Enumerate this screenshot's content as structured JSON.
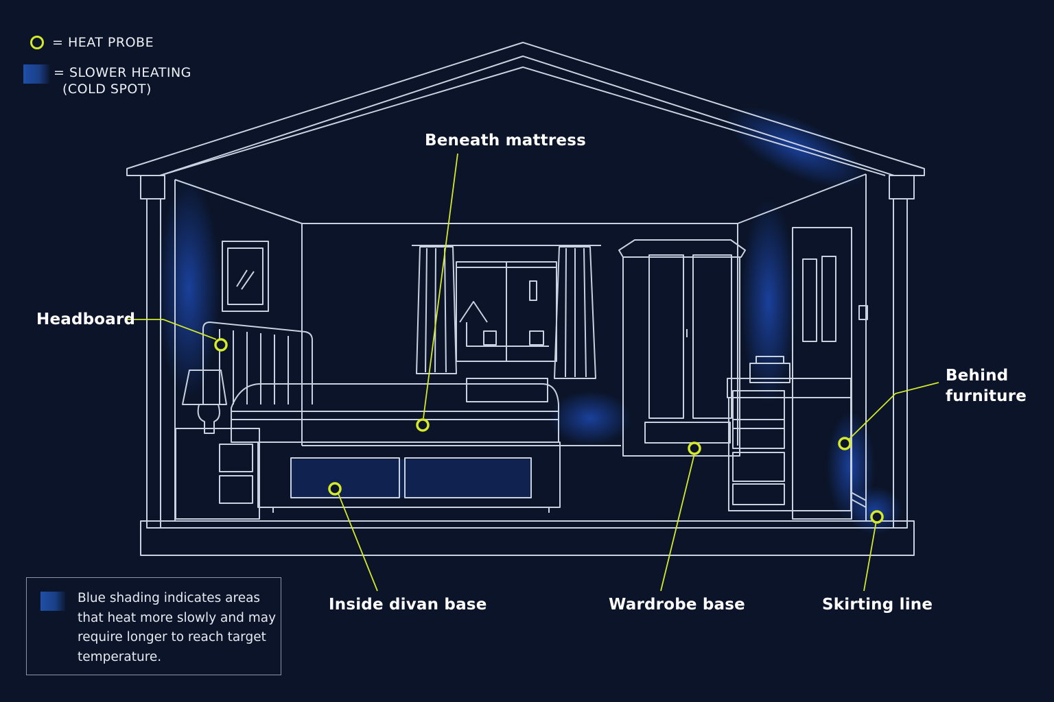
{
  "legend": {
    "probe_text": "= HEAT PROBE",
    "cold_text_line1": "= SLOWER HEATING",
    "cold_text_line2": "(COLD SPOT)"
  },
  "probes": [
    {
      "id": "headboard",
      "label": "Headboard"
    },
    {
      "id": "beneath-mattress",
      "label": "Beneath mattress"
    },
    {
      "id": "behind-furniture",
      "label_line1": "Behind",
      "label_line2": "furniture"
    },
    {
      "id": "inside-divan-base",
      "label": "Inside divan base"
    },
    {
      "id": "wardrobe-base",
      "label": "Wardrobe base"
    },
    {
      "id": "skirting-line",
      "label": "Skirting line"
    }
  ],
  "note": {
    "text": "Blue shading indicates areas that heat more slowly and may require longer to reach target temperature."
  },
  "colors": {
    "background": "#0b1428",
    "line": "#c9d2e0",
    "probe": "#d4ea2a",
    "cold_spot": "#1f4fa8"
  }
}
